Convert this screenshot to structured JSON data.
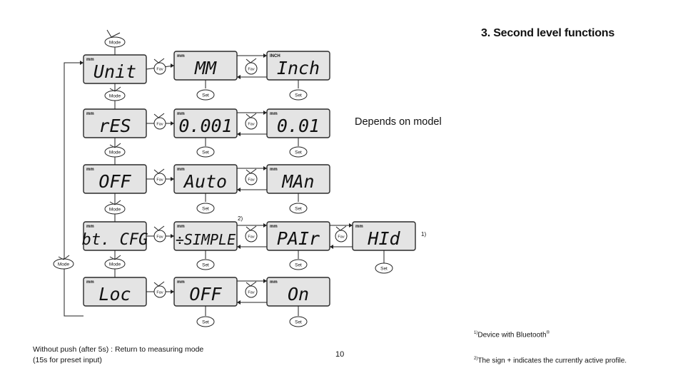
{
  "heading": {
    "title": "3. Second level functions"
  },
  "labels": {
    "mode": "Mode",
    "fav": "Fav",
    "set": "Set",
    "depends_on_model": "Depends on model",
    "fn_marker_1": "1)",
    "fn_marker_2": "2)"
  },
  "units": {
    "mm": "mm",
    "inch": "INCH"
  },
  "displays": {
    "unit": "Unit",
    "mm": "MM",
    "inch": "Inch",
    "res": "rES",
    "res_fine": "0.001",
    "res_coarse": "0.01",
    "off": "OFF",
    "auto": "Auto",
    "man": "MAn",
    "bt_cfg": "bt. CFG",
    "simple": "÷SIMPLE",
    "pair": "PAIr",
    "hid": "HId",
    "loc": "Loc",
    "loc_off": "OFF",
    "loc_on": "On"
  },
  "footer": {
    "line1": "Without push (after 5s) : Return to measuring mode",
    "line2": "(15s for preset input)",
    "page_number": "10"
  },
  "footnotes": {
    "fn1_num": "1)",
    "fn1_text": "Device with Bluetooth",
    "fn1_reg": "®",
    "fn2_num": "2)",
    "fn2_text": "The sign + indicates the currently active profile."
  }
}
